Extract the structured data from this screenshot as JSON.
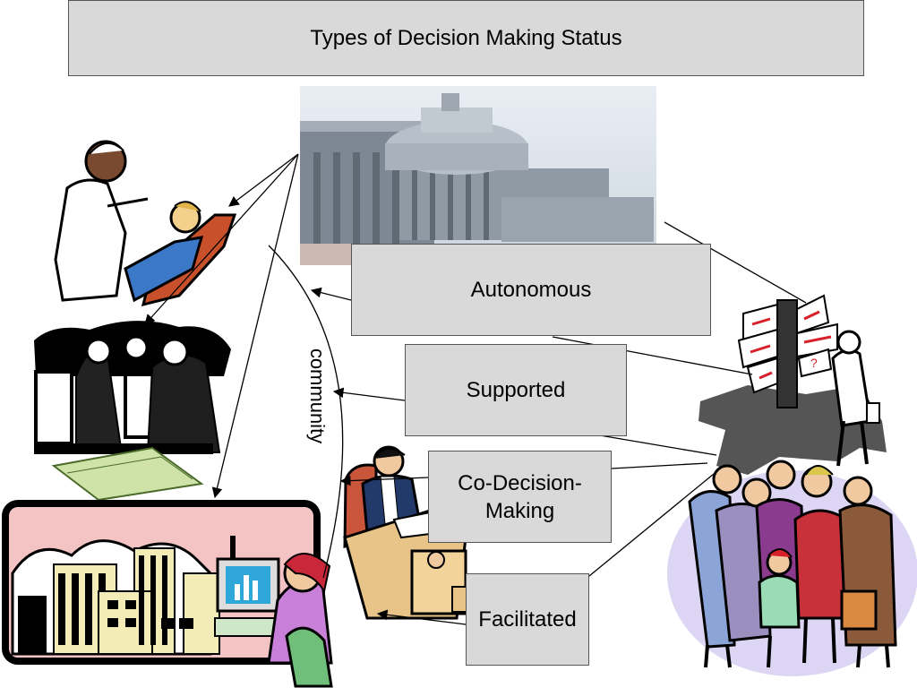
{
  "title": "Types of Decision Making Status",
  "boxes": {
    "autonomous": "Autonomous",
    "supported": "Supported",
    "co_decision": "Co-Decision-Making",
    "facilitated": "Facilitated"
  },
  "arc_label": "community",
  "icons": [
    "capitol-building-photo",
    "doctor-patient-clipart",
    "bank-transaction-clipart",
    "city-office-clipart",
    "judge-desk-clipart",
    "crossroads-signpost-clipart",
    "community-group-clipart"
  ],
  "colors": {
    "box_fill": "#d9d9d9",
    "box_border": "#555555",
    "line": "#000000"
  }
}
